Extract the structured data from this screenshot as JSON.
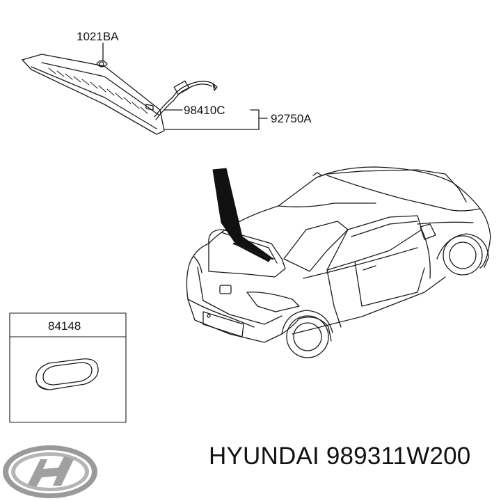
{
  "parts": {
    "p1021": "1021BA",
    "p98410": "98410C",
    "p92750": "92750A",
    "p84148": "84148"
  },
  "brand": {
    "logo_icon": "hyundai-logo-icon",
    "caption": "HYUNDAI 989311W200"
  },
  "colors": {
    "line": "#1a1a1a",
    "pointer": "#111111",
    "logo_silver": "#9a9a9a"
  }
}
